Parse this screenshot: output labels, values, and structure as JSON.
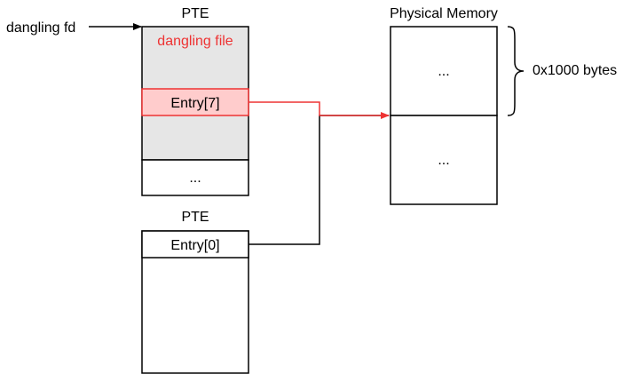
{
  "colors": {
    "highlight_text": "#ee3333",
    "highlight_fill": "#ffcccc",
    "highlight_line": "#ee3333",
    "shaded_fill": "#e6e6e6",
    "line": "#000000"
  },
  "labels": {
    "dangling_fd": "dangling fd",
    "pte_top_title": "PTE",
    "dangling_file": "dangling file",
    "entry_7": "Entry[7]",
    "pte_top_ellipsis": "...",
    "pte_bottom_title": "PTE",
    "entry_0": "Entry[0]",
    "physical_memory_title": "Physical Memory",
    "physmem_top_ellipsis": "...",
    "physmem_bottom_ellipsis": "...",
    "page_size": "0x1000 bytes"
  }
}
